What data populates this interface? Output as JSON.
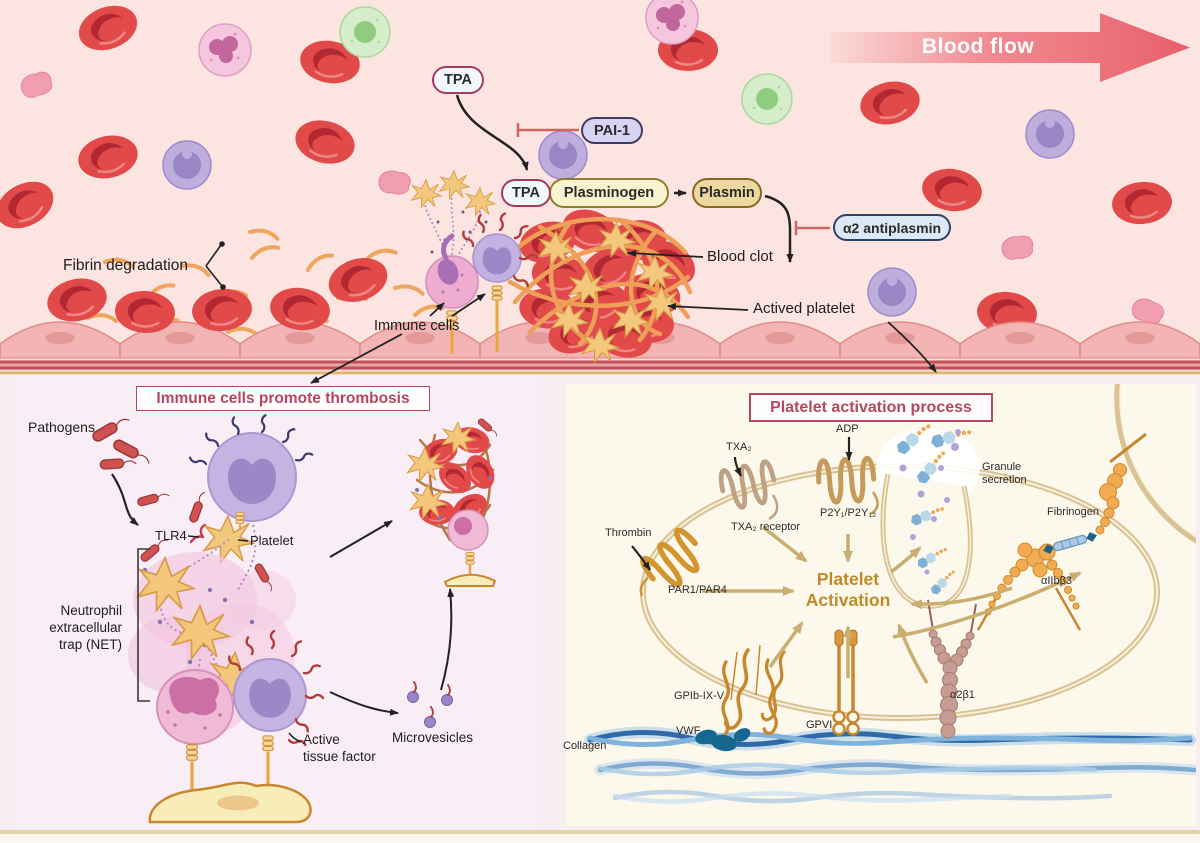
{
  "top": {
    "blood_flow": "Blood flow",
    "tpa": "TPA",
    "pai1": "PAI-1",
    "tpa_bound": "TPA",
    "plasminogen": "Plasminogen",
    "plasmin": "Plasmin",
    "a2_antiplasmin": "α2 antiplasmin",
    "fibrin_degradation": "Fibrin degradation",
    "immune_cells": "Immune cells",
    "blood_clot": "Blood clot",
    "actived_platelet": "Actived platelet"
  },
  "left": {
    "title": "Immune cells promote thrombosis",
    "pathogens": "Pathogens",
    "tlr4": "TLR4",
    "platelet": "Platelet",
    "net": "Neutrophil\nextracellular\ntrap (NET)",
    "active_tissue_factor": "Active\ntissue factor",
    "microvesicles": "Microvesicles"
  },
  "right": {
    "title": "Platelet activation process",
    "thrombin": "Thrombin",
    "txa2": "TXA₂",
    "txa2_receptor": "TXA₂ receptor",
    "adp": "ADP",
    "p2y": "P2Y₁/P2Y₁₂",
    "granule_secretion": "Granule\nsecretion",
    "fibrinogen": "Fibrinogen",
    "aiibb3": "αIIbβ3",
    "par1_par4": "PAR1/PAR4",
    "platelet_activation": "Platelet\nActivation",
    "gpib": "GPIb-IX-V",
    "vwf": "VWF",
    "gpvi": "GPVI",
    "a2b1": "α2β1",
    "collagen": "Collagen"
  },
  "colors": {
    "vessel_bg": "#fce4e1",
    "page_bg": "#f7edf3",
    "left_panel_bg": "#faeef6",
    "right_panel_bg": "#fcf8ec",
    "title_accent": "#b5475f",
    "blood_flow_arrow": "#ec6b75",
    "activation_text": "#c08a28",
    "fibrin": "#f0a55e",
    "rbc": "#e24a4a",
    "inhibit_red": "#d4645f"
  }
}
